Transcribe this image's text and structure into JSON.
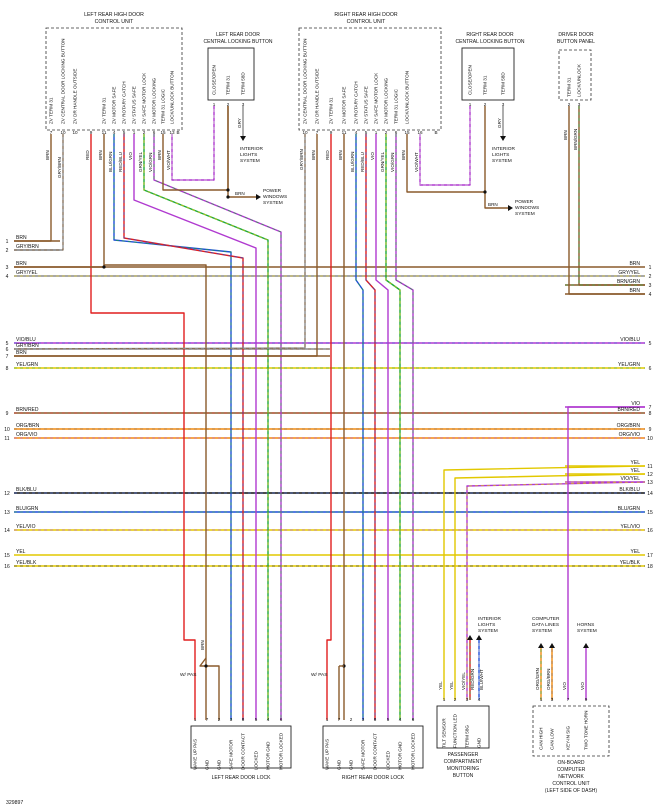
{
  "figure_id": "329897",
  "colors": {
    "BRN": "#8a5a2b",
    "GRY": "#8c8c8c",
    "YEL": "#e2c800",
    "VIO": "#b03ad0",
    "BLU": "#1f4fd8",
    "GRN": "#1fa83a",
    "RED": "#e01e1e",
    "ORG": "#f08a10",
    "BLK": "#111111",
    "WHT": "#d8d8d8"
  },
  "modules": {
    "lr_unit": {
      "title": "LEFT REAR HIGH DOOR",
      "subtitle": "CONTROL UNIT",
      "pins": [
        {
          "n": "7",
          "label": "ZV TERM 31",
          "wire": "BRN"
        },
        {
          "n": "10",
          "label": "ZV CENTRAL DOOR LOCKING BUTTON",
          "wire": "GRY/BRN"
        },
        {
          "n": "10",
          "label": "ZV DR HANDLE OUTSIDE",
          "wire": ""
        },
        {
          "n": "9",
          "label": "",
          "wire": "RED"
        },
        {
          "n": "11",
          "label": "ZV TERM 31",
          "wire": "BRN"
        },
        {
          "n": "4",
          "label": "ZV MOTOR SAFE",
          "wire": "BLU/GRN"
        },
        {
          "n": "5",
          "label": "ZV ROTARY CATCH",
          "wire": "RED/BLU"
        },
        {
          "n": "1",
          "label": "ZV STATUS SAFE",
          "wire": "VIO"
        },
        {
          "n": "2",
          "label": "ZV SAFE MOTOR LOCK",
          "wire": "GRN/YEL"
        },
        {
          "n": "6",
          "label": "ZV MOTOR LOCKING",
          "wire": "VIO/GRN"
        },
        {
          "n": "15",
          "label": "TERM 31 LOGIC",
          "wire": "BRN"
        },
        {
          "n": "13",
          "label": "LOCK/UNLOCK BUTTON",
          "wire": "VIO/WHT"
        },
        {
          "n": "B",
          "label": "",
          "wire": ""
        }
      ]
    },
    "rr_unit": {
      "title": "RIGHT REAR HIGH DOOR",
      "subtitle": "CONTROL UNIT",
      "pins": [
        {
          "n": "10",
          "label": "ZV CENTRAL DOOR LOCKING BUTTON",
          "wire": "GRY/BRN"
        },
        {
          "n": "7",
          "label": "ZV DR HANDLE OUTSIDE",
          "wire": "BRN"
        },
        {
          "n": "9",
          "label": "ZV TERM 31",
          "wire": "RED"
        },
        {
          "n": "11",
          "label": "ZV MOTOR SAFE",
          "wire": "BRN"
        },
        {
          "n": "4",
          "label": "ZV ROTARY CATCH",
          "wire": "BLU/GRN"
        },
        {
          "n": "5",
          "label": "ZV STATUS SAFE",
          "wire": "RED/BLU"
        },
        {
          "n": "1",
          "label": "ZV SAFE MOTOR LOCK",
          "wire": "VIO"
        },
        {
          "n": "2",
          "label": "ZV MOTOR LOCKING",
          "wire": "GRN/YEL"
        },
        {
          "n": "6",
          "label": "TERM 31 LOGIC",
          "wire": "VIO/GRN"
        },
        {
          "n": "15",
          "label": "LOCK/UNLOCK BUTTON",
          "wire": "BRN"
        },
        {
          "n": "16",
          "label": "",
          "wire": "VIO/WHT"
        },
        {
          "n": "B",
          "label": "",
          "wire": ""
        }
      ]
    },
    "lr_button": {
      "title": "LEFT REAR DOOR",
      "subtitle": "CENTRAL LOCKING BUTTON",
      "pins": [
        {
          "n": "1",
          "label": "CLOSE/OPEN",
          "wire": "VIO/WHT"
        },
        {
          "n": "2",
          "label": "TERM 31",
          "wire": "BRN"
        },
        {
          "n": "3",
          "label": "TERM 58D",
          "wire": "GRY"
        }
      ]
    },
    "rr_button": {
      "title": "RIGHT REAR DOOR",
      "subtitle": "CENTRAL LOCKING BUTTON",
      "pins": [
        {
          "n": "1",
          "label": "CLOSE/OPEN",
          "wire": "VIO/WHT"
        },
        {
          "n": "2",
          "label": "TERM 31",
          "wire": "BRN"
        },
        {
          "n": "3",
          "label": "TERM 58D",
          "wire": "GRY"
        }
      ]
    },
    "driver_panel": {
      "title": "DRIVER DOOR",
      "subtitle": "BUTTON PANEL",
      "pins": [
        {
          "n": "2",
          "label": "TERM 31",
          "wire": "BRN"
        },
        {
          "n": "3",
          "label": "LOCK/UNLOCK",
          "wire": "BRN/GRN"
        }
      ]
    },
    "lr_lock": {
      "title": "LEFT REAR DOOR LOCK",
      "pins": [
        {
          "n": "1",
          "label": "WAKE UP PAS",
          "wire": "RED"
        },
        {
          "n": "7",
          "label": "GND",
          "wire": "BRN"
        },
        {
          "n": "2",
          "label": "GND",
          "wire": "BRN"
        },
        {
          "n": "3",
          "label": "SAFE MOTOR",
          "wire": "BLU/GRN"
        },
        {
          "n": "8",
          "label": "DOOR CONTACT",
          "wire": "RED/BLU"
        },
        {
          "n": "5",
          "label": "LOCKED",
          "wire": "VIO"
        },
        {
          "n": "4",
          "label": "MOTOR GND",
          "wire": "GRN/YEL"
        },
        {
          "n": "6",
          "label": "MOTOR LOCKED",
          "wire": "VIO/GRN"
        }
      ]
    },
    "rr_lock": {
      "title": "RIGHT REAR DOOR LOCK",
      "pins": [
        {
          "n": "1",
          "label": "WAKE UP PAS",
          "wire": "RED"
        },
        {
          "n": "7",
          "label": "GND",
          "wire": "BRN"
        },
        {
          "n": "2",
          "label": "GND",
          "wire": "BRN"
        },
        {
          "n": "3",
          "label": "SAFE MOTOR",
          "wire": "BLU/GRN"
        },
        {
          "n": "8",
          "label": "DOOR CONTACT",
          "wire": "RED/BLU"
        },
        {
          "n": "5",
          "label": "LOCKED",
          "wire": "VIO"
        },
        {
          "n": "4",
          "label": "MOTOR GND",
          "wire": "GRN/YEL"
        },
        {
          "n": "6",
          "label": "MOTOR LOCKED",
          "wire": "VIO/GRN"
        }
      ]
    },
    "passenger_button": {
      "title": "PASSENGER",
      "subtitle": "COMPARTMENT",
      "line3": "MONITORING",
      "line4": "BUTTON",
      "pins": [
        {
          "n": "1",
          "label": "TILT SENSOR",
          "wire": "YEL"
        },
        {
          "n": "2",
          "label": "FUNCTION LED",
          "wire": "VIO/YEL"
        },
        {
          "n": "3",
          "label": "TERM 58G",
          "wire": "RED/GRN"
        },
        {
          "n": "4",
          "label": "GND",
          "wire": "BLU/WHT"
        }
      ]
    },
    "onboard_computer": {
      "title": "ON-BOARD",
      "subtitle": "COMPUTER",
      "line3": "NETWORK",
      "line4": "CONTROL UNIT",
      "line5": "(LEFT SIDE OF DASH)",
      "pins": [
        {
          "n": "1",
          "label": "CAN HIGH",
          "wire": "ORG/GRN"
        },
        {
          "n": "3",
          "label": "CAN LOW",
          "wire": "ORG/BRN"
        },
        {
          "n": "7",
          "label": "KEY-IN SIG",
          "wire": "VIO"
        },
        {
          "n": "9",
          "label": "TWO TONE HORN",
          "wire": "VIO"
        }
      ]
    }
  },
  "systems": {
    "interior_lights": "INTERIOR LIGHTS SYSTEM",
    "power_windows": "POWER WINDOWS SYSTEM",
    "computer_data": "COMPUTER DATA LINES SYSTEM",
    "horns": "HORNS SYSTEM",
    "wv_pas": "W/ PAS"
  },
  "buses": [
    {
      "n": "1",
      "left": "BRN",
      "right": ""
    },
    {
      "n": "2",
      "left": "GRY/BRN",
      "right": ""
    },
    {
      "n": "3",
      "left": "BRN",
      "right": "BRN",
      "rn": "1"
    },
    {
      "n": "4",
      "left": "GRY/YEL",
      "right": "GRY/YEL",
      "rn": "2"
    },
    {
      "n": "",
      "left": "",
      "right": "BRN/GRN",
      "rn": "3"
    },
    {
      "n": "",
      "left": "",
      "right": "BRN",
      "rn": "4"
    },
    {
      "n": "5",
      "left": "VIO/BLU",
      "right": "VIO/BLU",
      "rn": "5"
    },
    {
      "n": "6",
      "left": "GRY/BRN",
      "right": ""
    },
    {
      "n": "7",
      "left": "BRN",
      "right": ""
    },
    {
      "n": "8",
      "left": "YEL/GRN",
      "right": "YEL/GRN",
      "rn": "6"
    },
    {
      "n": "",
      "left": "",
      "right": "VIO",
      "rn": "7"
    },
    {
      "n": "9",
      "left": "BRN/RED",
      "right": "BRN/RED",
      "rn": "8"
    },
    {
      "n": "10",
      "left": "ORG/BRN",
      "right": "ORG/BRN",
      "rn": "9"
    },
    {
      "n": "11",
      "left": "ORG/VIO",
      "right": "ORG/VIO",
      "rn": "10"
    },
    {
      "n": "",
      "left": "",
      "right": "YEL",
      "rn": "11"
    },
    {
      "n": "",
      "left": "",
      "right": "YEL",
      "rn": "12"
    },
    {
      "n": "",
      "left": "",
      "right": "VIO/YEL",
      "rn": "13"
    },
    {
      "n": "12",
      "left": "BLK/BLU",
      "right": "BLK/BLU",
      "rn": "14"
    },
    {
      "n": "13",
      "left": "BLU/GRN",
      "right": "BLU/GRN",
      "rn": "15"
    },
    {
      "n": "14",
      "left": "YEL/VIO",
      "right": "YEL/VIO",
      "rn": "16"
    },
    {
      "n": "15",
      "left": "YEL",
      "right": "YEL",
      "rn": "17"
    },
    {
      "n": "16",
      "left": "YEL/BLK",
      "right": "YEL/BLK",
      "rn": "18"
    }
  ]
}
